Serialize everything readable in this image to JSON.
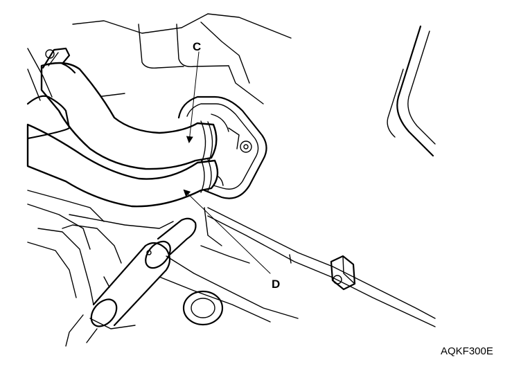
{
  "diagram": {
    "labels": {
      "c": "C",
      "d": "D"
    },
    "figure_code": "AQKF300E"
  }
}
